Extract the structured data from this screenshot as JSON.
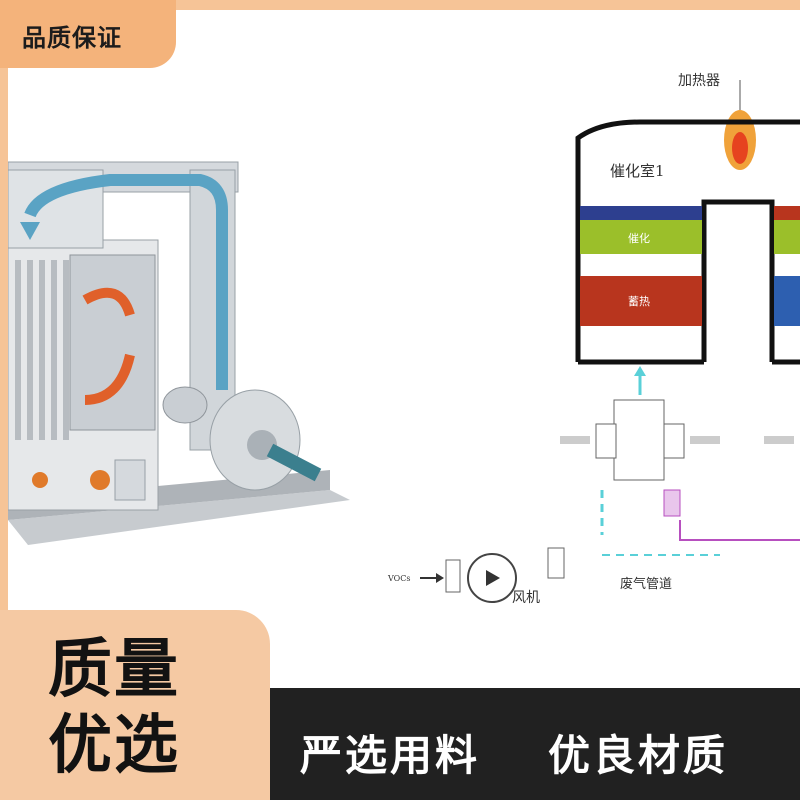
{
  "top_badge": {
    "text": "品质保证"
  },
  "diagram": {
    "heater_label": "加热器",
    "chamber_label": "催化室1",
    "catalyst_label": "催化",
    "heat_storage_label": "蓄热",
    "fan_label": "风机",
    "inlet_label": "VOCs",
    "pipe_label": "废气管道"
  },
  "bottom": {
    "badge_line1": "质量",
    "badge_line2": "优选",
    "slogan1": "严选用料",
    "slogan2": "优良材质"
  },
  "colors": {
    "badge_orange": "#f4b37b",
    "badge_peach": "#f5c9a3",
    "bar_dark": "#212121",
    "pipe_blue": "#5aa3c4",
    "catalyst_green": "#9bbf2a",
    "heat_red": "#b8351e"
  }
}
